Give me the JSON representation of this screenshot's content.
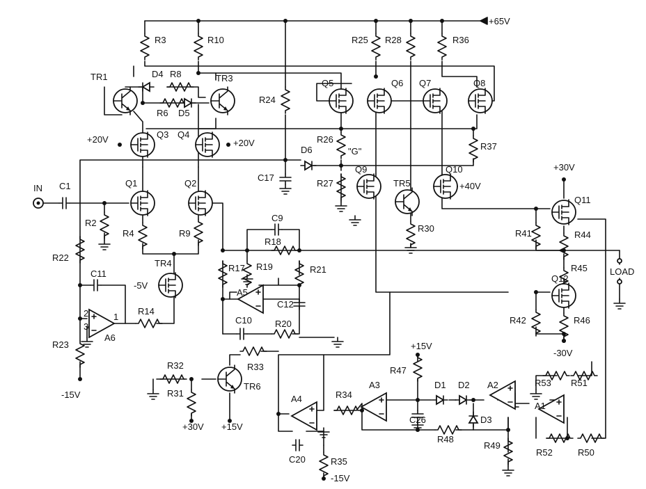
{
  "rails": {
    "v65": "+65V",
    "v30_top": "+30V",
    "v40": "+40V",
    "vneg30": "-30V"
  },
  "labels": {
    "R3": "R3",
    "R10": "R10",
    "R25": "R25",
    "R28": "R28",
    "R36": "R36",
    "TR1": "TR1",
    "TR3": "TR3",
    "D4": "D4",
    "R8": "R8",
    "R6": "R6",
    "D5": "D5",
    "R24": "R24",
    "Q5": "Q5",
    "Q6": "Q6",
    "Q7": "Q7",
    "Q8": "Q8",
    "Q3": "Q3",
    "Q4": "Q4",
    "q3_supply": "+20V",
    "q4_supply": "+20V",
    "R26": "R26",
    "G": "\"G\"",
    "R37": "R37",
    "D6": "D6",
    "C17": "C17",
    "R27": "R27",
    "Q9": "Q9",
    "TR5": "TR5",
    "Q10": "Q10",
    "IN": "IN",
    "C1": "C1",
    "Q1": "Q1",
    "Q2": "Q2",
    "R2": "R2",
    "R4": "R4",
    "R9": "R9",
    "C9": "C9",
    "R18": "R18",
    "R30": "R30",
    "Q11": "Q11",
    "R41": "R41",
    "R44": "R44",
    "R45": "R45",
    "LOAD": "LOAD",
    "R22": "R22",
    "C11": "C11",
    "TR4": "TR4",
    "tr4_bias": "-5V",
    "R17": "R17",
    "R19": "R19",
    "R21": "R21",
    "A5": "A5",
    "C12": "C12",
    "Q12": "Q12",
    "R42": "R42",
    "R46": "R46",
    "R14": "R14",
    "A6": "A6",
    "pin2": "2",
    "pin3": "3",
    "pin1": "1",
    "R23": "R23",
    "C10": "C10",
    "R20": "R20",
    "vneg15_left": "-15V",
    "R32": "R32",
    "R33": "R33",
    "TR6": "TR6",
    "R31": "R31",
    "v30_bottom": "+30V",
    "v15_tr6": "+15V",
    "v15_top": "+15V",
    "R47": "R47",
    "D1": "D1",
    "D2": "D2",
    "A2": "A2",
    "A3": "A3",
    "A4": "A4",
    "A1": "A1",
    "R34": "R34",
    "C26": "C26",
    "D3": "D3",
    "R53": "R53",
    "R51": "R51",
    "R48": "R48",
    "R49": "R49",
    "R52": "R52",
    "R50": "R50",
    "C20": "C20",
    "R35": "R35",
    "vneg15_bottom": "-15V"
  }
}
